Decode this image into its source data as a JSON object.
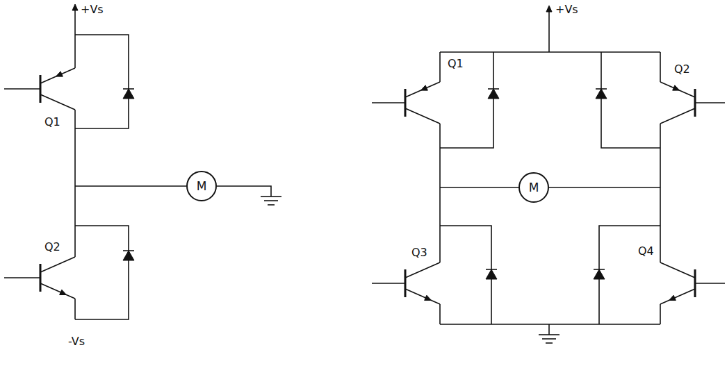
{
  "diagram": {
    "nodes": [
      {
        "text": [
          "M"
        ]
      },
      {
        "text": [
          "M"
        ]
      }
    ],
    "labels": [
      "+Vs",
      "Q1",
      "Q2",
      "-Vs",
      "+Vs",
      "Q1",
      "Q2",
      "Q3",
      "Q4"
    ]
  }
}
